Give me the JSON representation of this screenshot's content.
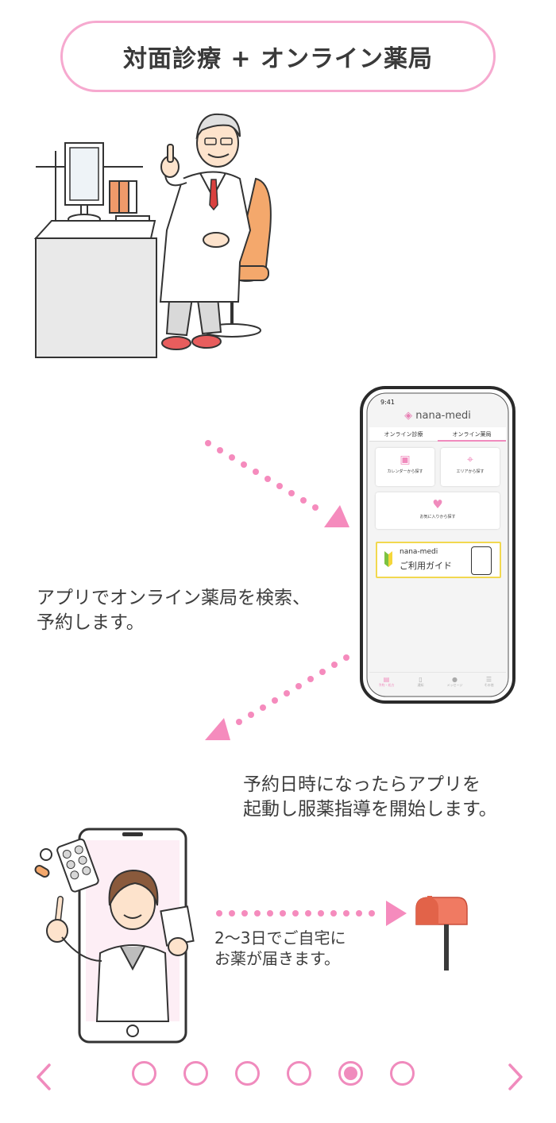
{
  "header": {
    "title": "対面診療 + オンライン薬局"
  },
  "steps": {
    "search_caption": "アプリでオンライン薬局を検索、\n予約します。",
    "guidance_caption": "予約日時になったらアプリを\n起動し服薬指導を開始します。",
    "delivery_caption": "2〜3日でご自宅に\nお薬が届きます。"
  },
  "phone_app": {
    "status_time": "9:41",
    "brand": "nana-medi",
    "tabs": [
      "オンライン診療",
      "オンライン薬局"
    ],
    "active_tab": "オンライン薬局",
    "cards": {
      "calendar": "カレンダーから探す",
      "area": "エリアから探す",
      "favorites": "お気に入りから探す"
    },
    "guide_banner": {
      "brand": "nana-medi",
      "label": "ご利用ガイド"
    },
    "bottom_nav": [
      "予約・処方",
      "通知",
      "メッセージ",
      "その他"
    ]
  },
  "carousel": {
    "page_count": 6,
    "current_page": 5,
    "accent_color": "#f08bbd"
  },
  "icons": [
    "left-arrow-icon",
    "right-arrow-icon",
    "calendar-icon",
    "map-pin-icon",
    "heart-icon",
    "beginner-mark-icon",
    "mailbox-icon"
  ]
}
